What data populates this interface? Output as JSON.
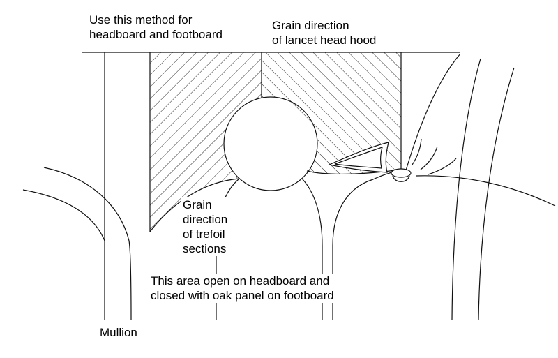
{
  "labels": {
    "method": "Use this method for\nheadboard and footboard",
    "grain_hood": "Grain direction\nof lancet head hood",
    "grain_trefoil": "Grain\ndirection\nof trefoil\nsections",
    "open_area": "This area open on headboard and\nclosed with oak panel on footboard",
    "mullion": "Mullion"
  },
  "colors": {
    "line": "#111111",
    "hatch": "#222222",
    "background": "#ffffff"
  }
}
